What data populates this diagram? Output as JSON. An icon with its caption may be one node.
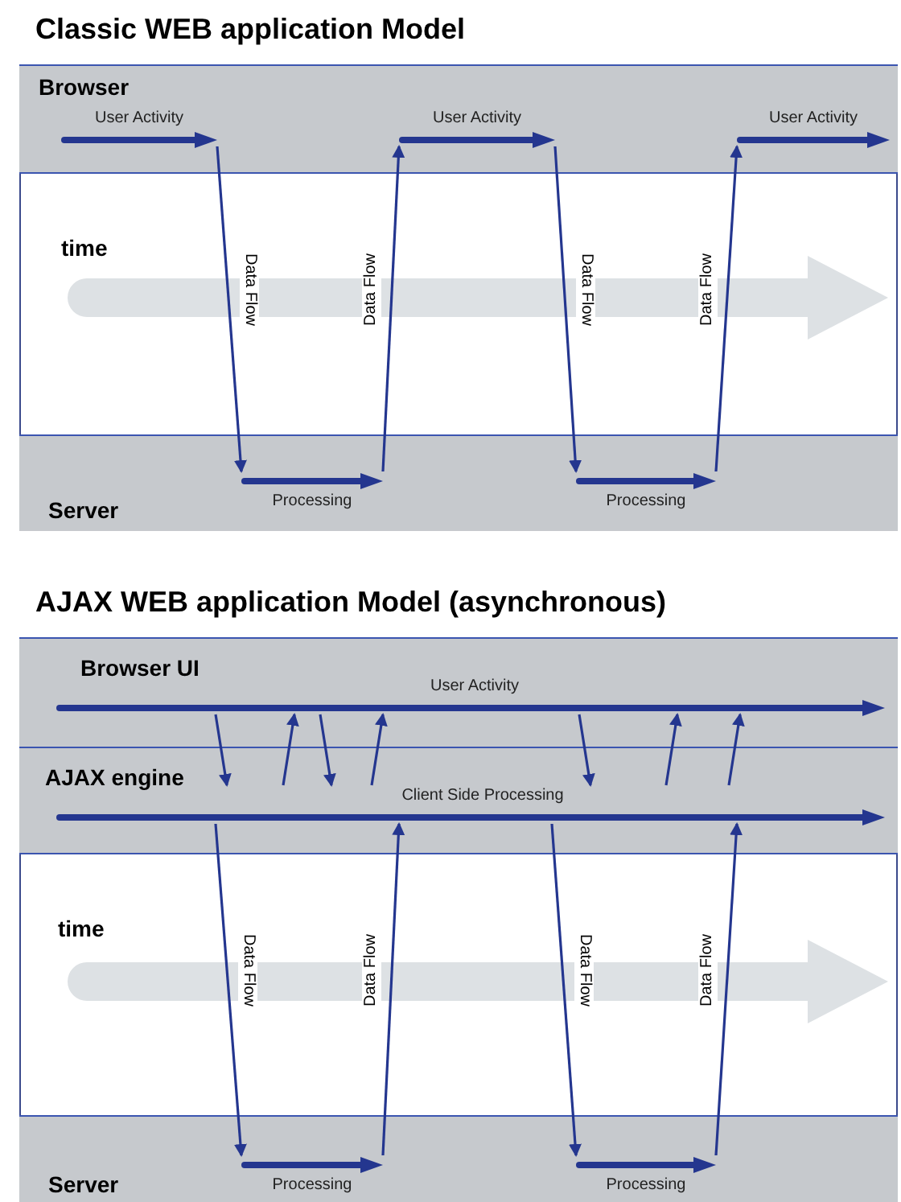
{
  "diagram": {
    "nodes": [
      {
        "text": [
          "Classic WEB application Model"
        ]
      },
      {
        "text": [
          "Browser"
        ],
        "in": 0
      },
      {
        "text": [
          "Server"
        ],
        "in": 0
      },
      {
        "text": [
          "User Activity"
        ],
        "in": 1
      },
      {
        "text": [
          "User Activity"
        ],
        "in": 1
      },
      {
        "text": [
          "User Activity"
        ],
        "in": 1
      },
      {
        "text": [
          "Processing"
        ],
        "in": 2
      },
      {
        "text": [
          "Processing"
        ],
        "in": 2
      },
      {
        "text": [
          "AJAX WEB application Model (asynchronous)"
        ]
      },
      {
        "text": [
          "Browser UI"
        ],
        "in": 8
      },
      {
        "text": [
          "AJAX engine"
        ],
        "in": 8
      },
      {
        "text": [
          "Server"
        ],
        "in": 8
      },
      {
        "text": [
          "User Activity"
        ],
        "in": 9
      },
      {
        "text": [
          "Client Side Processing"
        ],
        "in": 10
      },
      {
        "text": [
          "Processing"
        ],
        "in": 11
      },
      {
        "text": [
          "Processing"
        ],
        "in": 11
      }
    ],
    "edges": [
      {
        "from": 3,
        "to": 6,
        "arrow": "to",
        "label": "Data Flow"
      },
      {
        "from": 6,
        "to": 4,
        "arrow": "to",
        "label": "Data Flow"
      },
      {
        "from": 4,
        "to": 7,
        "arrow": "to",
        "label": "Data Flow"
      },
      {
        "from": 7,
        "to": 5,
        "arrow": "to",
        "label": "Data Flow"
      },
      {
        "from": 12,
        "to": 13,
        "arrow": "to"
      },
      {
        "from": 13,
        "to": 12,
        "arrow": "to"
      },
      {
        "from": 12,
        "to": 13,
        "arrow": "to"
      },
      {
        "from": 13,
        "to": 12,
        "arrow": "to"
      },
      {
        "from": 12,
        "to": 13,
        "arrow": "to"
      },
      {
        "from": 13,
        "to": 12,
        "arrow": "to"
      },
      {
        "from": 13,
        "to": 12,
        "arrow": "to"
      },
      {
        "from": 13,
        "to": 14,
        "arrow": "to",
        "label": "Data Flow"
      },
      {
        "from": 14,
        "to": 13,
        "arrow": "to",
        "label": "Data Flow"
      },
      {
        "from": 13,
        "to": 15,
        "arrow": "to",
        "label": "Data Flow"
      },
      {
        "from": 15,
        "to": 13,
        "arrow": "to",
        "label": "Data Flow"
      }
    ],
    "labels": [
      "time",
      "time"
    ]
  }
}
